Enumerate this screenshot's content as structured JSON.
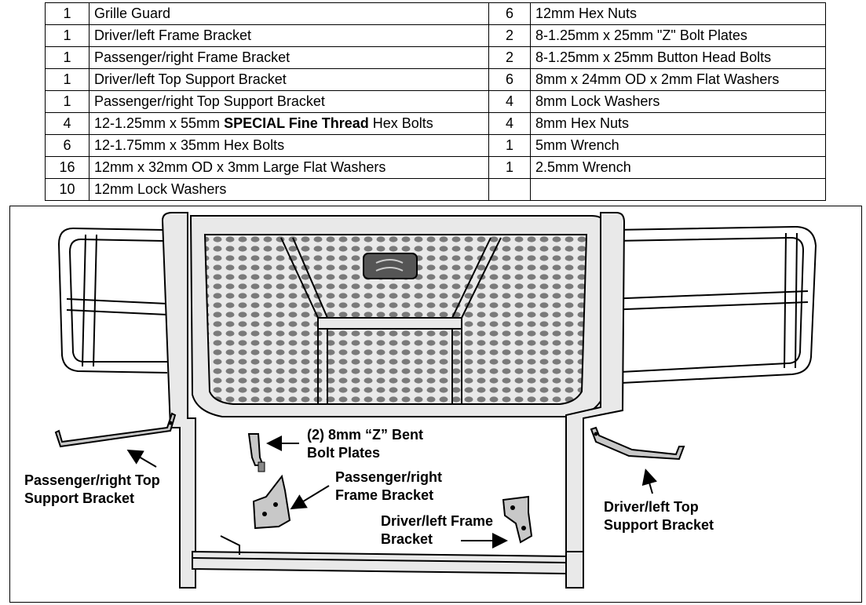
{
  "parts_table": {
    "left": [
      {
        "qty": "1",
        "desc": "Grille Guard"
      },
      {
        "qty": "1",
        "desc": "Driver/left Frame Bracket"
      },
      {
        "qty": "1",
        "desc": "Passenger/right Frame Bracket"
      },
      {
        "qty": "1",
        "desc": "Driver/left Top Support Bracket"
      },
      {
        "qty": "1",
        "desc": "Passenger/right Top Support Bracket"
      },
      {
        "qty": "4",
        "desc_pre": "12-1.25mm x 55mm ",
        "desc_bold": "SPECIAL Fine Thread",
        "desc_post": " Hex Bolts"
      },
      {
        "qty": "6",
        "desc": "12-1.75mm x 35mm Hex Bolts"
      },
      {
        "qty": "16",
        "desc": "12mm x 32mm OD x 3mm Large Flat Washers"
      },
      {
        "qty": "10",
        "desc": "12mm Lock Washers"
      }
    ],
    "right": [
      {
        "qty": "6",
        "desc": "12mm Hex Nuts"
      },
      {
        "qty": "2",
        "desc": "8-1.25mm x 25mm \"Z\" Bolt Plates"
      },
      {
        "qty": "2",
        "desc": "8-1.25mm x 25mm Button Head Bolts"
      },
      {
        "qty": "6",
        "desc": "8mm x 24mm OD x 2mm Flat Washers"
      },
      {
        "qty": "4",
        "desc": "8mm Lock Washers"
      },
      {
        "qty": "4",
        "desc": "8mm Hex Nuts"
      },
      {
        "qty": "1",
        "desc": "5mm Wrench"
      },
      {
        "qty": "1",
        "desc": "2.5mm Wrench"
      },
      {
        "qty": "",
        "desc": ""
      }
    ]
  },
  "figure_labels": {
    "z_plates": {
      "line1": "(2) 8mm “Z” Bent",
      "line2": "Bolt Plates"
    },
    "passenger_top": {
      "line1": "Passenger/right Top",
      "line2": "Support Bracket"
    },
    "passenger_frame": {
      "line1": "Passenger/right",
      "line2": "Frame Bracket"
    },
    "driver_frame": {
      "line1": "Driver/left Frame",
      "line2": "Bracket"
    },
    "driver_top": {
      "line1": "Driver/left Top",
      "line2": "Support Bracket"
    }
  },
  "colors": {
    "line": "#000000",
    "guard_fill": "#e9e9e9",
    "hole": "#7a7a7a",
    "bracket_fill": "#c8c8c8"
  }
}
